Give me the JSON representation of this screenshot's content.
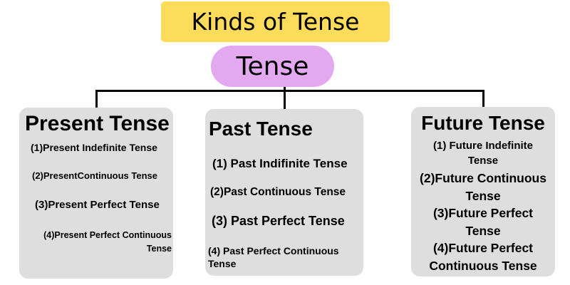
{
  "title": "Kinds of Tense",
  "root": "Tense",
  "colors": {
    "title_bg": "#FDDC5C",
    "root_bg": "#E2A9F1",
    "branch_bg": "#DEDEDE",
    "line": "#000000"
  },
  "branches": [
    {
      "title": "Present Tense",
      "items": [
        "(1)Present Indefinite Tense",
        "(2)PresentContinuous Tense",
        "(3)Present Perfect Tense",
        "(4)Present Perfect Continuous Tense"
      ]
    },
    {
      "title": "Past Tense",
      "items": [
        "(1) Past Indifinite Tense",
        "(2)Past Continuous Tense",
        "(3) Past Perfect Tense",
        "(4) Past Perfect Continuous Tense"
      ]
    },
    {
      "title": "Future Tense",
      "items": [
        "(1) Future Indefinite Tense",
        "(2)Future Continuous Tense",
        "(3)Future Perfect Tense",
        "(4)Future Perfect Continuous Tense"
      ]
    }
  ]
}
